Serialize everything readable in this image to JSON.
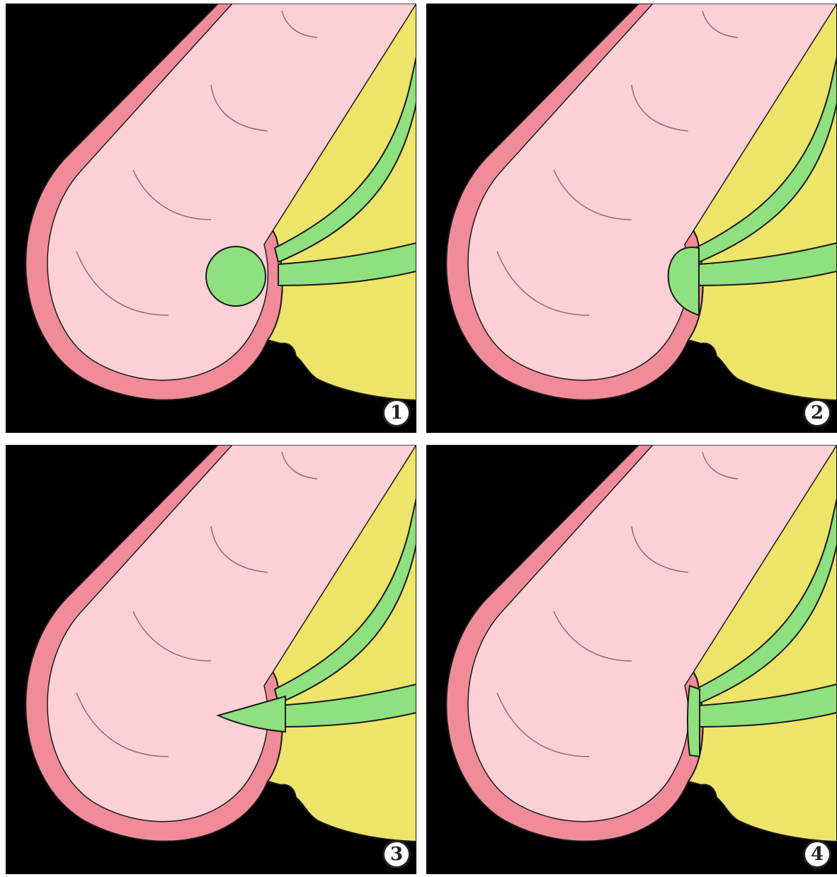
{
  "panels": [
    {
      "number": "1",
      "stage": "round"
    },
    {
      "number": "2",
      "stage": "halfround"
    },
    {
      "number": "3",
      "stage": "wedge"
    },
    {
      "number": "4",
      "stage": "flat"
    }
  ],
  "colors": {
    "background": "#000000",
    "wall": "#f08c99",
    "lumen": "#fdd0d8",
    "tissue": "#ede46a",
    "duct": "#8fe07e",
    "outline": "#1a1a1a"
  }
}
